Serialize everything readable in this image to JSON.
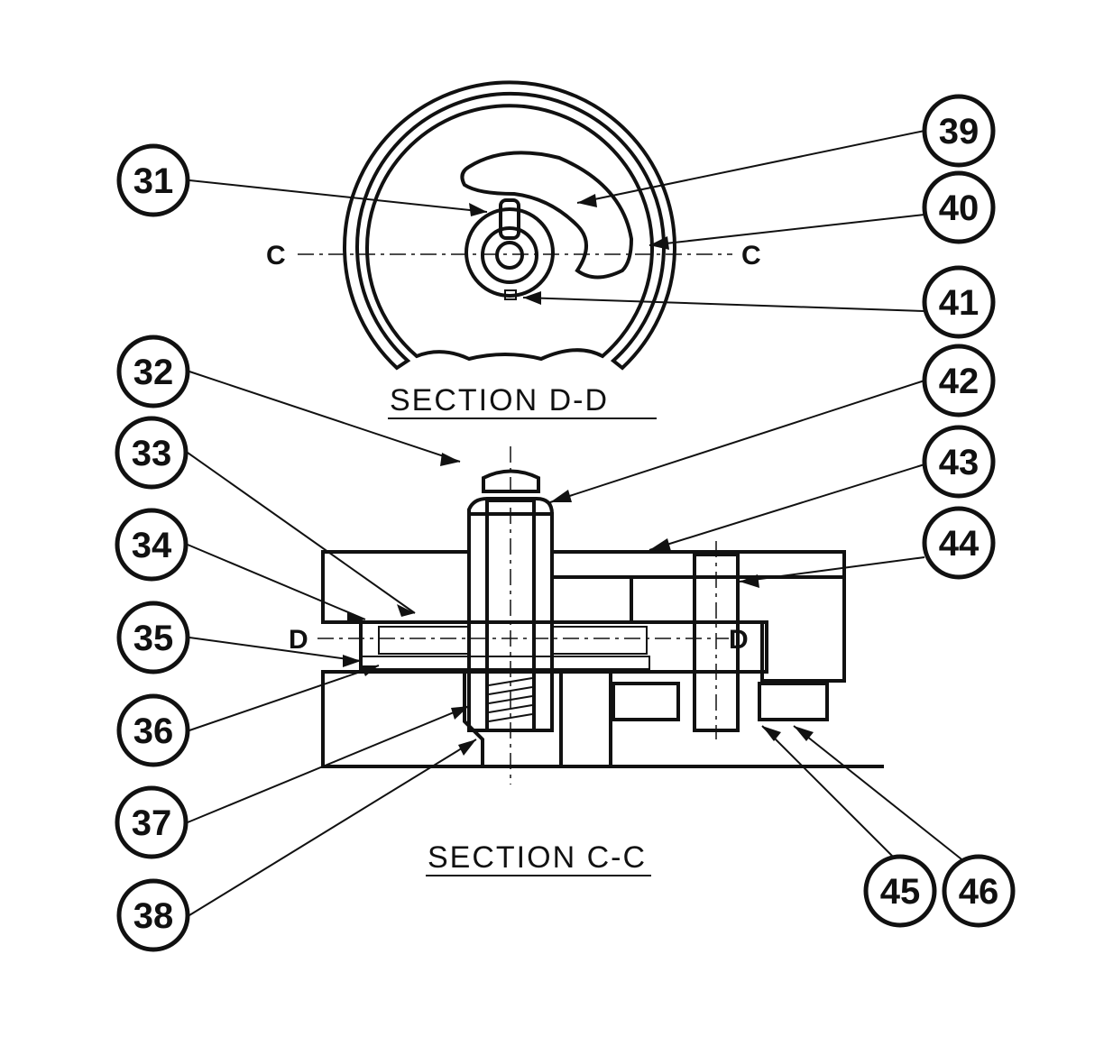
{
  "colors": {
    "ink": "#111111",
    "paper": "#ffffff"
  },
  "sections": {
    "top_title": "SECTION D-D",
    "bottom_title": "SECTION C-C"
  },
  "cut_labels": {
    "c_left": "C",
    "c_right": "C",
    "d_left": "D",
    "d_right": "D"
  },
  "callouts": [
    "31",
    "32",
    "33",
    "34",
    "35",
    "36",
    "37",
    "38",
    "39",
    "40",
    "41",
    "42",
    "43",
    "44",
    "45",
    "46"
  ]
}
